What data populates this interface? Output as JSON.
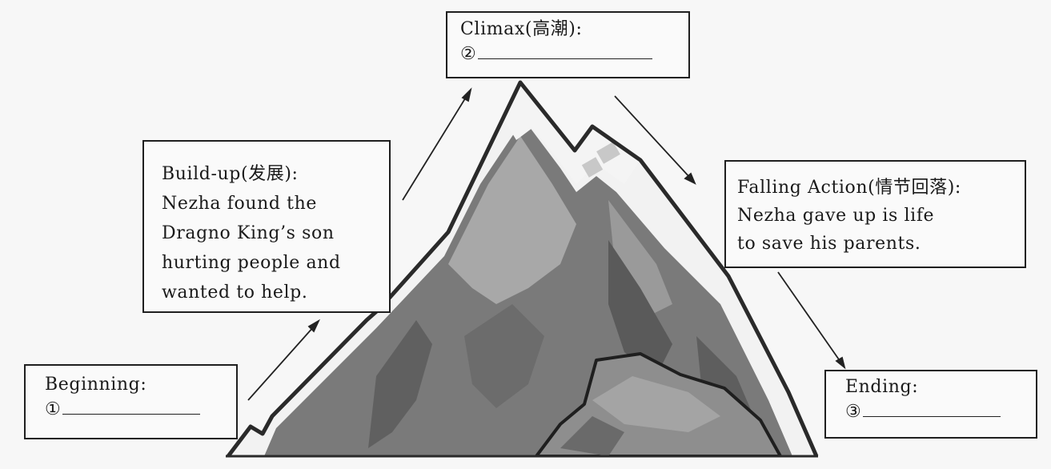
{
  "climax": {
    "label": "Climax(高潮):",
    "number": "②"
  },
  "buildup": {
    "label": "Build-up(发展):",
    "lines": [
      "Nezha found the",
      "Dragno King’s son",
      "hurting people and",
      "wanted to help."
    ]
  },
  "falling": {
    "label": "Falling Action(情节回落):",
    "lines": [
      "Nezha gave up is life",
      "to save his parents."
    ]
  },
  "beginning": {
    "label": "Beginning:",
    "number": "①"
  },
  "ending": {
    "label": "Ending:",
    "number": "③"
  },
  "colors": {
    "outline": "#2a2a2a",
    "mountain_dark": "#6a6a6a",
    "mountain_mid": "#8c8c8c",
    "mountain_light": "#b5b5b5",
    "snow": "#f2f2f2",
    "background": "#f7f7f7"
  }
}
